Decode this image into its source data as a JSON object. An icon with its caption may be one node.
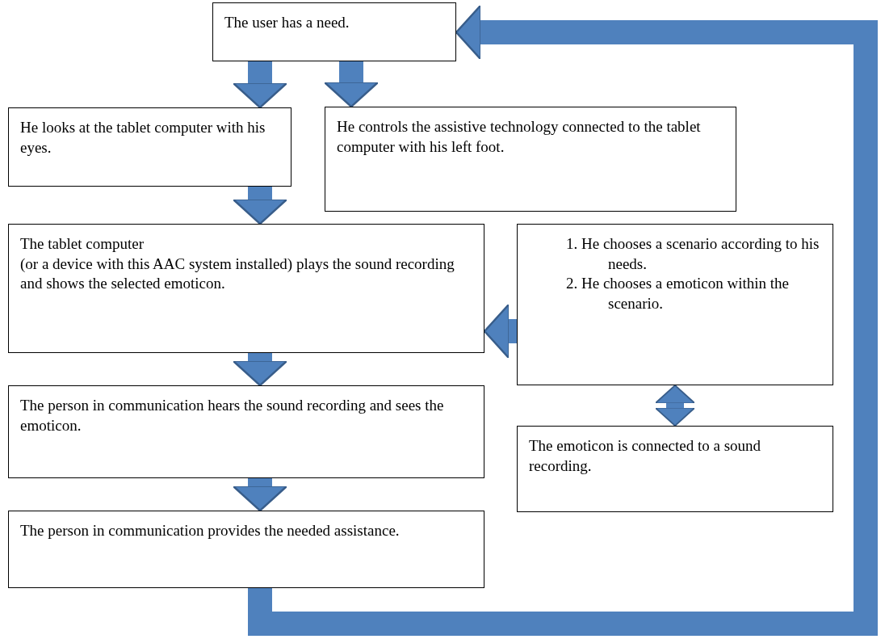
{
  "diagram": {
    "nodes": [
      {
        "text": [
          "The user has a need."
        ]
      },
      {
        "text": [
          "He looks at the tablet computer with his eyes."
        ]
      },
      {
        "text": [
          "He controls the assistive technology connected to the tablet computer with his left foot."
        ]
      },
      {
        "text": [
          "The tablet computer",
          "(or a device with this AAC system installed) plays the sound recording and shows the selected emoticon."
        ]
      },
      {
        "text": [
          "1. He chooses a scenario according to his needs.",
          "2. He chooses a emoticon within the scenario."
        ]
      },
      {
        "text": [
          "The emoticon is connected to a sound recording."
        ]
      },
      {
        "text": [
          "The person in communication hears the sound recording and sees the emoticon."
        ]
      },
      {
        "text": [
          "The person in communication provides the needed assistance."
        ]
      }
    ],
    "edges": [
      {
        "from": 0,
        "to": 1,
        "arrow": "to"
      },
      {
        "from": 0,
        "to": 2,
        "arrow": "to"
      },
      {
        "from": 1,
        "to": 3,
        "arrow": "to"
      },
      {
        "from": 4,
        "to": 3,
        "arrow": "to"
      },
      {
        "from": 4,
        "to": 5,
        "arrow": "both"
      },
      {
        "from": 3,
        "to": 6,
        "arrow": "to"
      },
      {
        "from": 6,
        "to": 7,
        "arrow": "to"
      },
      {
        "from": 7,
        "to": 0,
        "arrow": "to"
      }
    ]
  }
}
